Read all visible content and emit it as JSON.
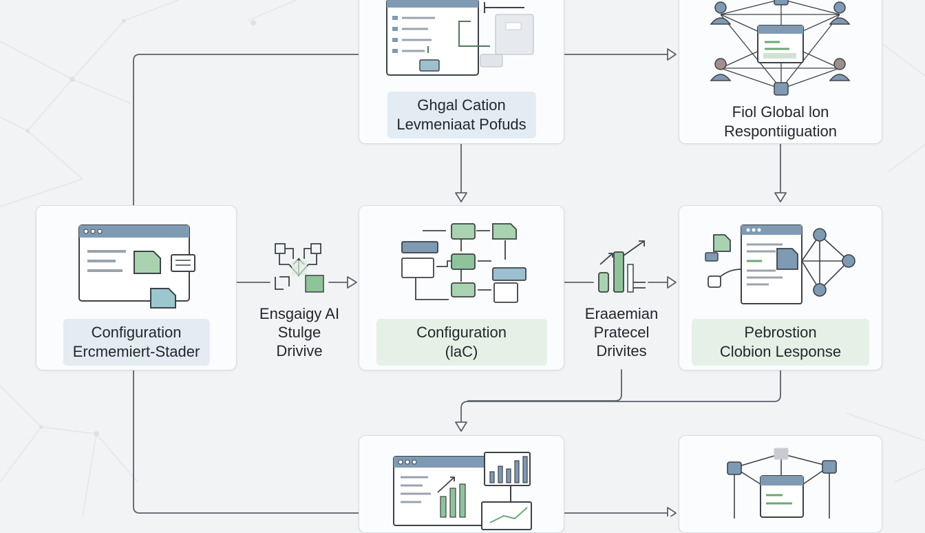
{
  "nodes": {
    "top_center": {
      "line1": "Ghgal Cation",
      "line2": "Levmeniaat Pofuds"
    },
    "top_right": {
      "line1": "Fiol Global lon",
      "line2": "Respontiiguation"
    },
    "mid_left": {
      "line1": "Configuration",
      "line2": "Ercmemiert-Stader"
    },
    "mid_center": {
      "line1": "Configuration",
      "line2": "(laC)"
    },
    "mid_right": {
      "line1": "Pebrostion",
      "line2": "Clobion Lesponse"
    }
  },
  "edge_labels": {
    "left": {
      "line1": "Ensgaigy AI",
      "line2": "Stulge",
      "line3": "Drivive"
    },
    "right": {
      "line1": "Eraaemian",
      "line2": "Pratecel",
      "line3": "Drivites"
    }
  },
  "colors": {
    "card_border": "#d7dce2",
    "accent_blue": "#7f9ab3",
    "accent_green": "#8fc49a",
    "label_blue_bg": "#e3ebf3",
    "label_green_bg": "#e5f1e6",
    "connector": "#5c6168"
  }
}
